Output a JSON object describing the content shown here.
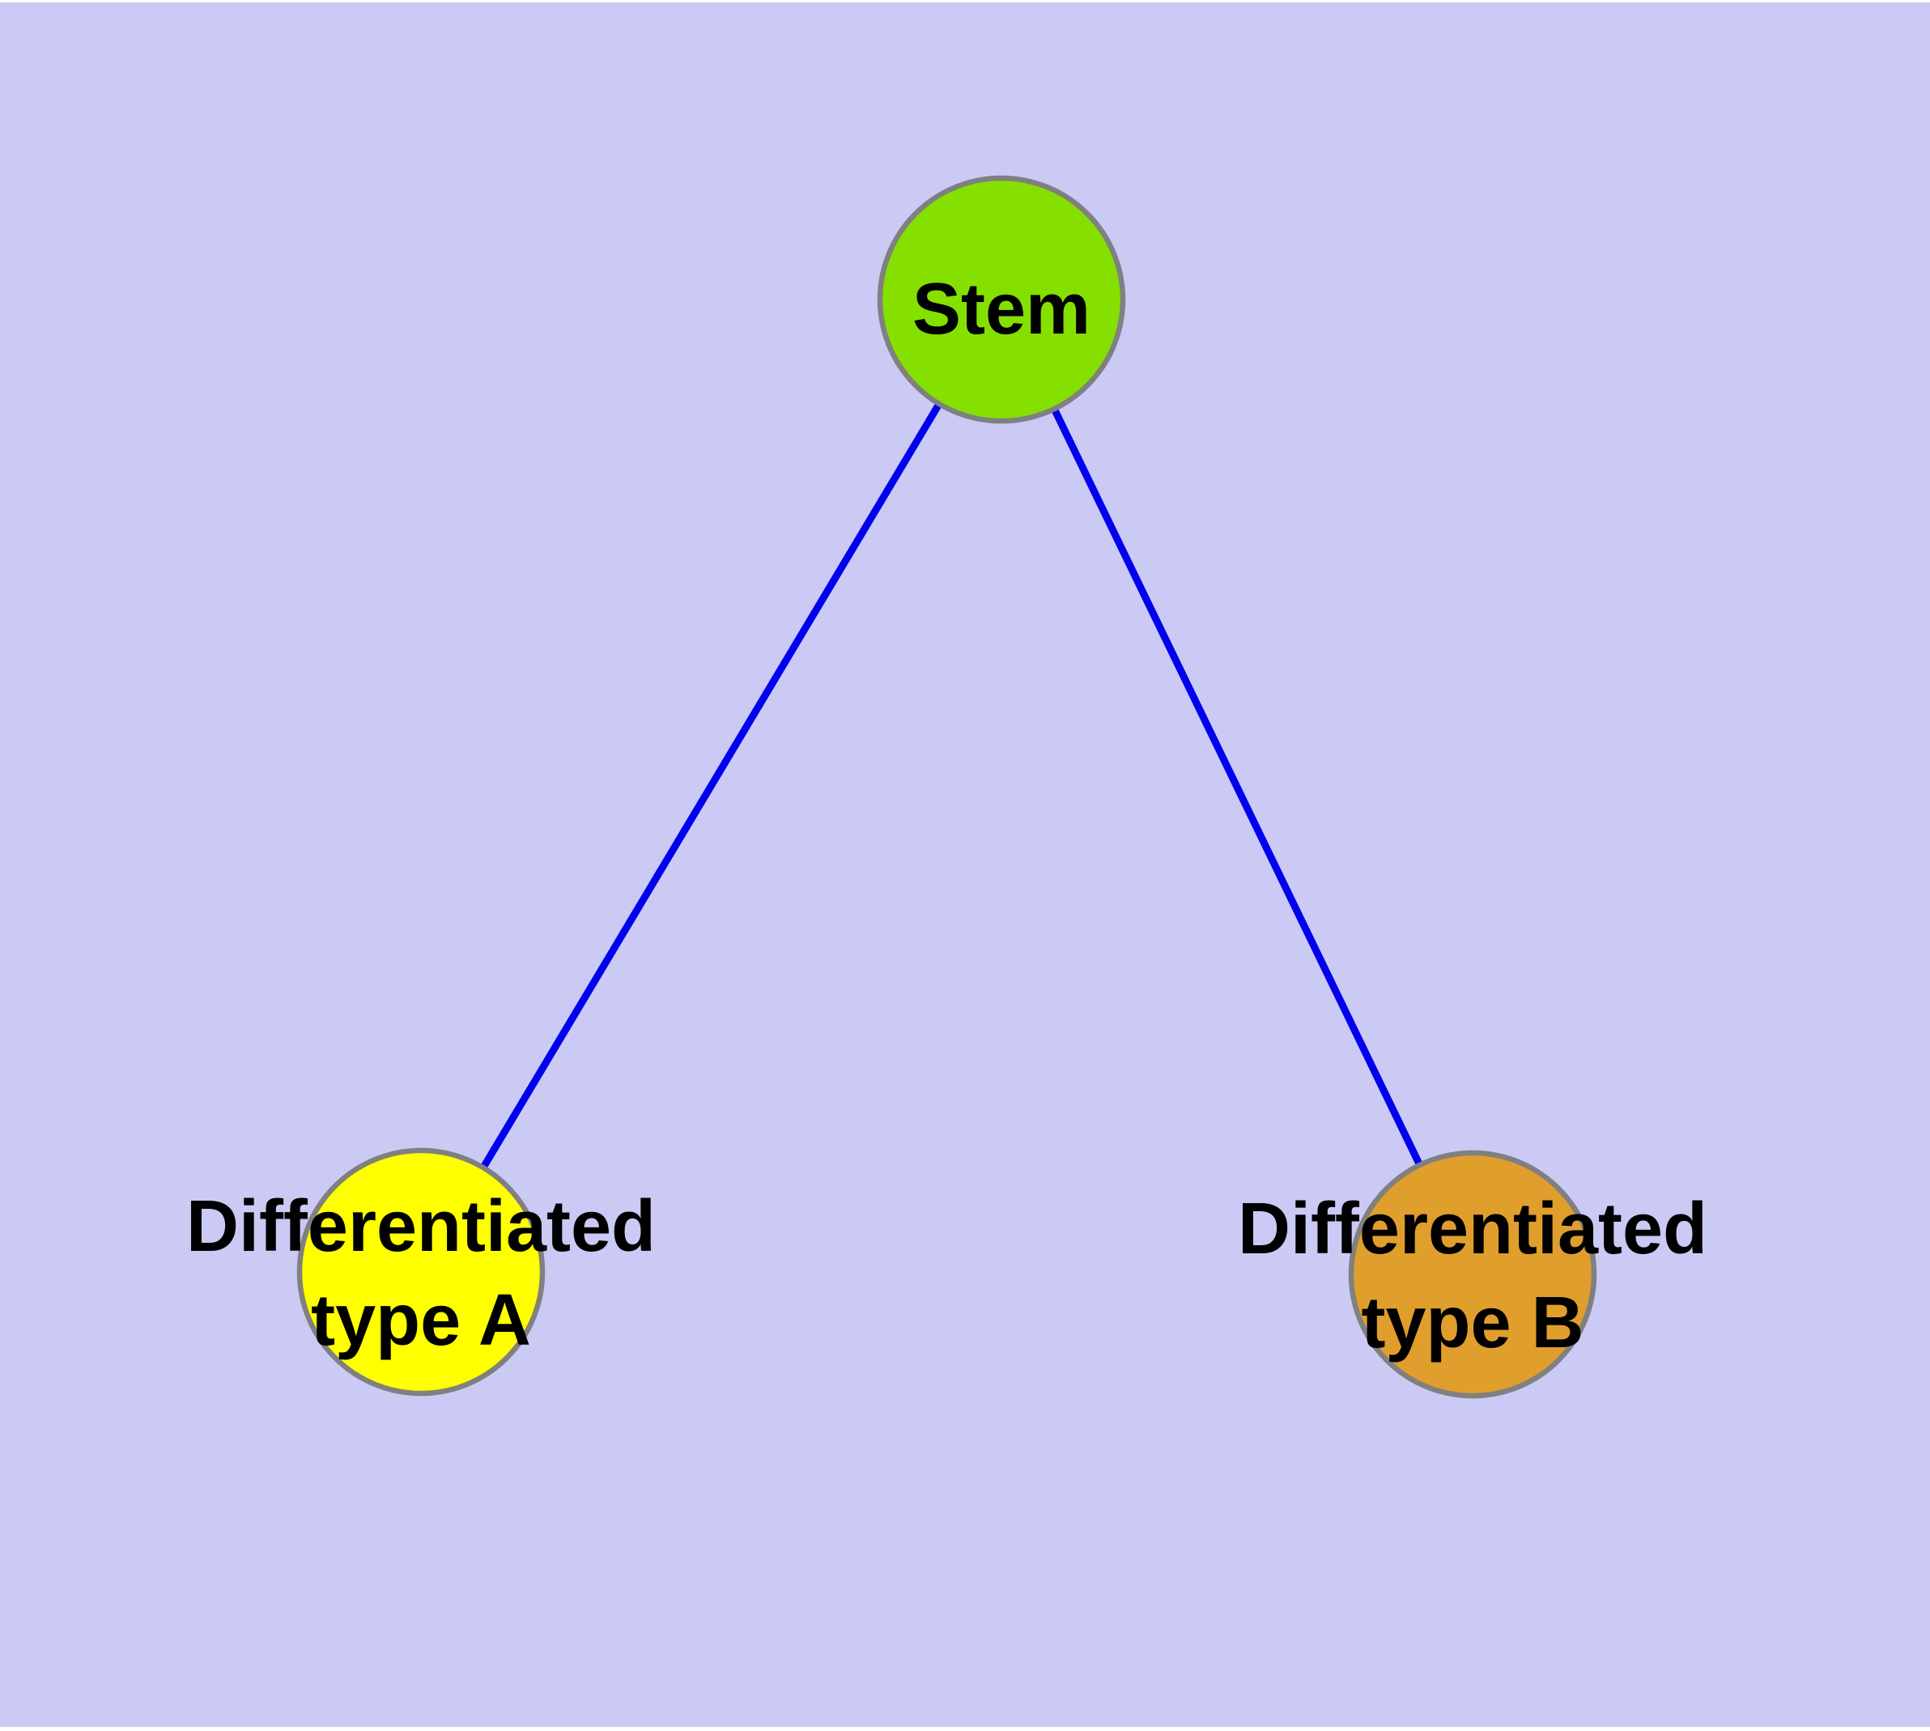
{
  "diagram": {
    "type": "node-link-graph",
    "background_color": "#cacaf5",
    "page_margin_color": "#ffffff",
    "edge_color": "#0000ee",
    "node_border_color": "#808080",
    "label_color": "#000000",
    "nodes": [
      {
        "id": "stem",
        "label": "Stem",
        "label_lines": [
          "Stem"
        ],
        "color": "#85e000"
      },
      {
        "id": "differentiated-type-a",
        "label": "Differentiated type A",
        "label_lines": [
          "Differentiated",
          "type A"
        ],
        "color": "#ffff00"
      },
      {
        "id": "differentiated-type-b",
        "label": "Differentiated type B",
        "label_lines": [
          "Differentiated",
          "type B"
        ],
        "color": "#e09e2c"
      }
    ],
    "edges": [
      {
        "from": "stem",
        "to": "differentiated-type-a"
      },
      {
        "from": "stem",
        "to": "differentiated-type-b"
      }
    ]
  }
}
